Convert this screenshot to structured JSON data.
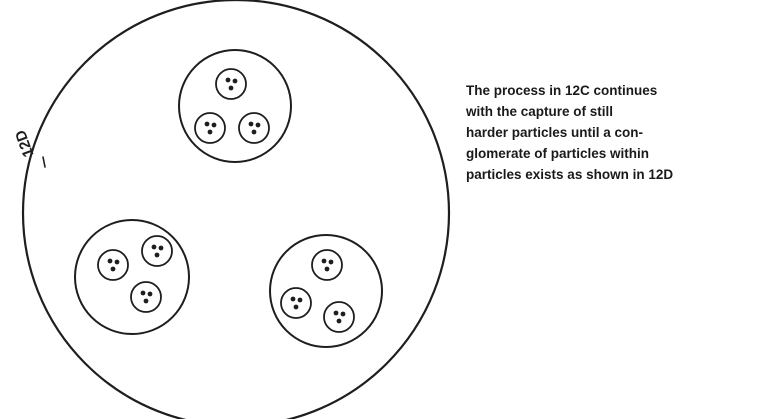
{
  "figure": {
    "label": "12D",
    "caption_lines": [
      "The process in 12C continues",
      "with the capture of still",
      "harder particles until a con-",
      "glomerate of particles within",
      "particles exists as shown in 12D"
    ],
    "particle_groups": [
      {
        "name": "top",
        "particles": [
          {
            "name": "top-particle-1",
            "dots": 3
          },
          {
            "name": "top-particle-2",
            "dots": 3
          },
          {
            "name": "top-particle-3",
            "dots": 3
          }
        ]
      },
      {
        "name": "bottom-left",
        "particles": [
          {
            "name": "bottom-left-particle-1",
            "dots": 3
          },
          {
            "name": "bottom-left-particle-2",
            "dots": 3
          },
          {
            "name": "bottom-left-particle-3",
            "dots": 3
          }
        ]
      },
      {
        "name": "bottom-right",
        "particles": [
          {
            "name": "bottom-right-particle-1",
            "dots": 3
          },
          {
            "name": "bottom-right-particle-2",
            "dots": 3
          },
          {
            "name": "bottom-right-particle-3",
            "dots": 3
          }
        ]
      }
    ],
    "ink_color": "#1e1e1e",
    "background_color": "#ffffff"
  }
}
